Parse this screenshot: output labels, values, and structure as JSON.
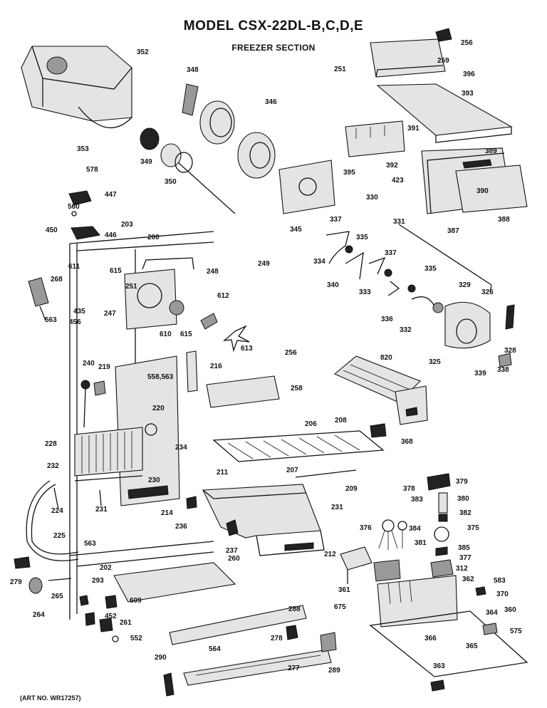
{
  "header": {
    "model_title": "MODEL CSX-22DL-B,C,D,E",
    "section_title": "FREEZER SECTION"
  },
  "footer": {
    "art_number": "(ART NO. WR17257)"
  },
  "callouts": [
    "352",
    "348",
    "346",
    "353",
    "349",
    "350",
    "578",
    "447",
    "560",
    "450",
    "446",
    "203",
    "200",
    "249",
    "611",
    "615",
    "248",
    "268",
    "251",
    "612",
    "435",
    "456",
    "247",
    "610",
    "615",
    "563",
    "613",
    "256",
    "240",
    "219",
    "558,563",
    "216",
    "258",
    "220",
    "228",
    "234",
    "232",
    "230",
    "224",
    "231",
    "214",
    "236",
    "225",
    "563",
    "279",
    "265",
    "293",
    "202",
    "264",
    "609",
    "452",
    "261",
    "552",
    "260",
    "290",
    "564",
    "278",
    "289",
    "288",
    "277",
    "211",
    "206",
    "208",
    "207",
    "209",
    "231",
    "237",
    "212",
    "256",
    "259",
    "251",
    "396",
    "393",
    "391",
    "395",
    "389",
    "392",
    "423",
    "390",
    "330",
    "387",
    "388",
    "345",
    "337",
    "331",
    "334",
    "335",
    "340",
    "337",
    "329",
    "333",
    "335",
    "326",
    "336",
    "332",
    "328",
    "325",
    "339",
    "338",
    "820",
    "368",
    "378",
    "379",
    "380",
    "382",
    "376",
    "383",
    "381",
    "375",
    "384",
    "385",
    "377",
    "312",
    "361",
    "362",
    "583",
    "370",
    "675",
    "364",
    "360",
    "575",
    "366",
    "365",
    "363"
  ]
}
